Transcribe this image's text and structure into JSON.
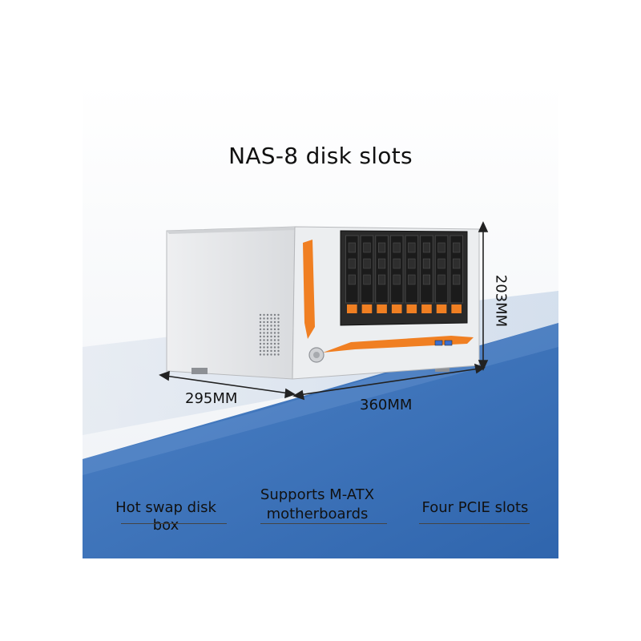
{
  "title": "NAS-8 disk slots",
  "dimensions": {
    "depth": "295MM",
    "width": "360MM",
    "height": "203MM"
  },
  "features": [
    "Hot swap disk box",
    "Supports M-ATX motherboards",
    "Four PCIE slots"
  ],
  "features_split": {
    "f2_line1": "Supports M-ATX",
    "f2_line2": "motherboards"
  },
  "colors": {
    "accent": "#f07f22",
    "background_blue": "#3e72b8",
    "chassis": "#e6e7e9",
    "drive_bay": "#1b1b1b"
  },
  "drive_bay_count": 8
}
